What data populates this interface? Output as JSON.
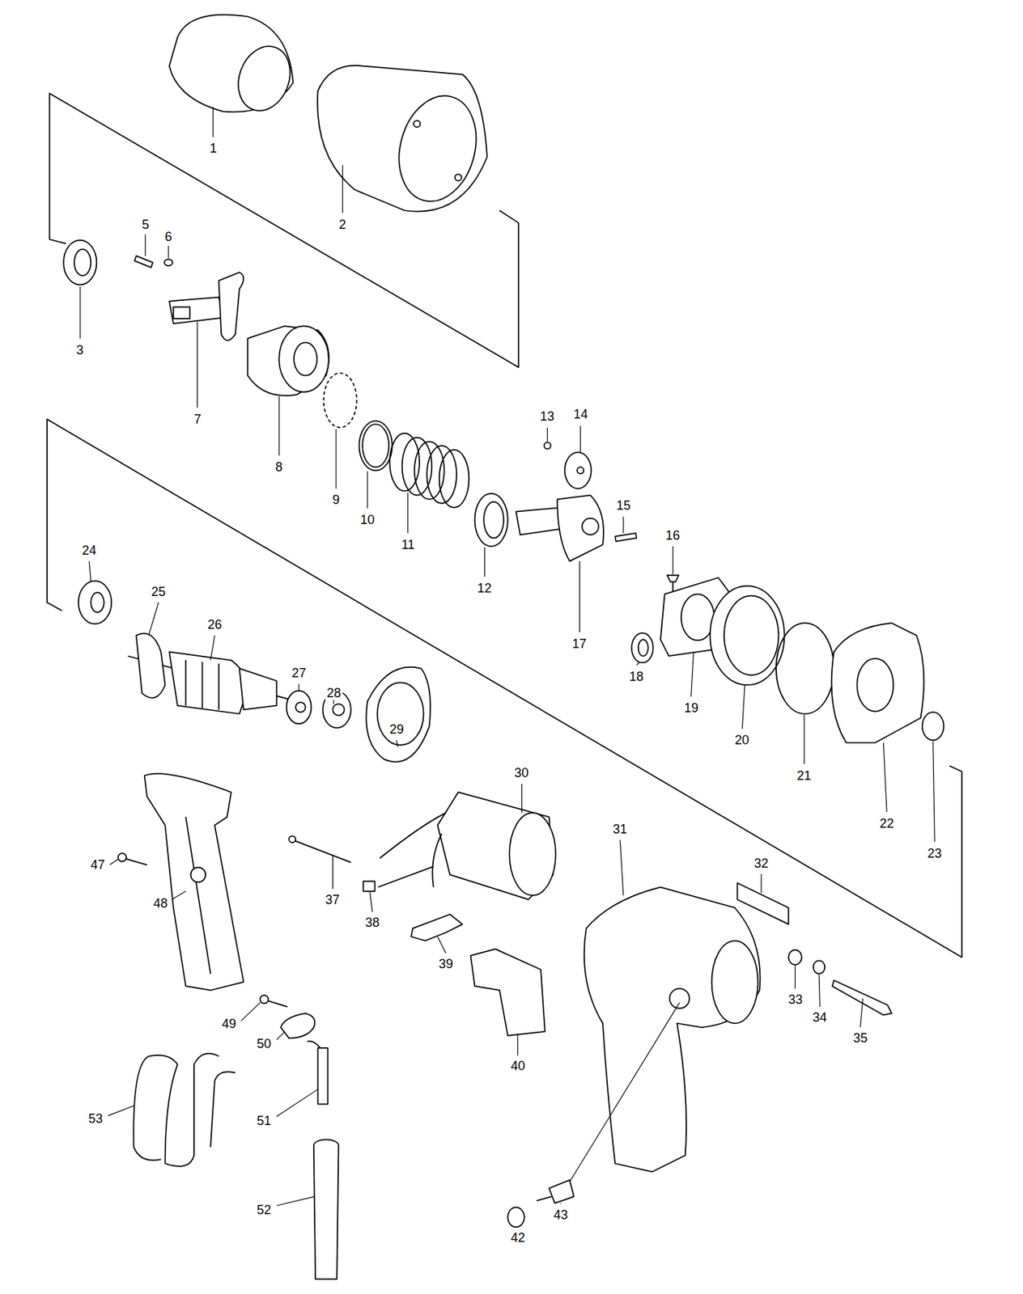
{
  "diagram": {
    "labels": [
      "1",
      "2",
      "3",
      "5",
      "6",
      "7",
      "8",
      "9",
      "10",
      "11",
      "12",
      "13",
      "14",
      "15",
      "16",
      "17",
      "18",
      "19",
      "20",
      "21",
      "22",
      "23",
      "24",
      "25",
      "26",
      "27",
      "28",
      "29",
      "30",
      "31",
      "32",
      "33",
      "34",
      "35",
      "37",
      "38",
      "39",
      "40",
      "42",
      "43",
      "47",
      "48",
      "49",
      "50",
      "51",
      "52",
      "53"
    ]
  }
}
